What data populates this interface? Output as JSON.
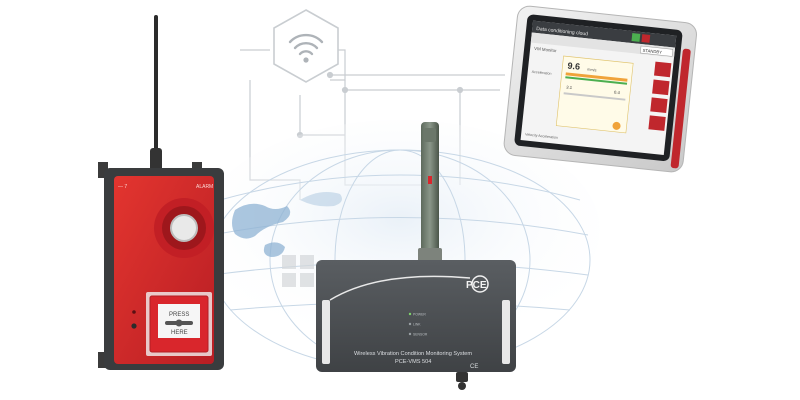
{
  "alarm_unit": {
    "top_left_label": "— 7",
    "top_right_label": "ALARM",
    "press_label": "PRESS",
    "here_label": "HERE"
  },
  "gateway": {
    "logo": "PCE",
    "led_labels": [
      "POWER",
      "LINK",
      "SENSOR"
    ],
    "product_line": "Wireless Vibration Condition Monitoring System",
    "model": "PCE-VMS 504",
    "ce_mark": "CE"
  },
  "tablet": {
    "header_title": "Data conditioning cloud",
    "header_button": "STANDBY",
    "panel_title": "VM Monitor",
    "panel_side_label": "Acceleration",
    "big_value": "9.6",
    "big_unit": "mm/s",
    "small_value_left": "3.1",
    "small_value_right": "0.4",
    "footer_label": "Velocity  Acceleration"
  },
  "colors": {
    "alarm_red": "#d9262c",
    "housing_dark": "#4a4d50",
    "accent_red": "#c0272d",
    "globe_blue": "#8fb3d4",
    "line_gray": "#c9cdd1"
  }
}
